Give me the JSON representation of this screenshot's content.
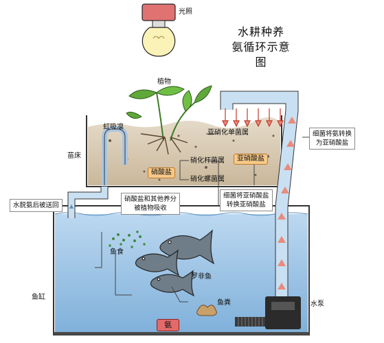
{
  "title": {
    "line1": "水耕种养",
    "line2": "氨循环示意图"
  },
  "labels": {
    "light": "光照",
    "plant": "植物",
    "siphon": "虹吸凛",
    "grow_bed": "苗床",
    "return_water": "水脱氨后被送回",
    "nitrite_bacteria": "亚硝化单菌属",
    "nitrite": "亚硝酸盐",
    "nitrobacter": "硝化杆菌属",
    "nitrospira": "硝化螺菌属",
    "nitrate": "硝酸盐",
    "absorb": {
      "line1": "硝酸盐和其他养分",
      "line2": "被植物吸收"
    },
    "bacteria_to_nitrate": {
      "line1": "细菌将亚硝酸盐",
      "line2": "转换亚硝酸盐"
    },
    "bacteria_ammonia": {
      "line1": "细菌将氨转换",
      "line2": "为亚硝酸盐"
    },
    "fish_food": "鱼食",
    "tilapia": "罗非鱼",
    "fish_tank": "鱼缸",
    "fish_waste": "鱼粪",
    "ammonia": "氨",
    "water_pump": "水泵"
  },
  "colors": {
    "water": "#9fc7e8",
    "water_dark": "#7fb0da",
    "soil": "#d8cbb5",
    "pipe": "#c9dff2",
    "arrow": "#e98b7b",
    "leaf": "#5fa83a",
    "lamp_base": "#e07272"
  }
}
